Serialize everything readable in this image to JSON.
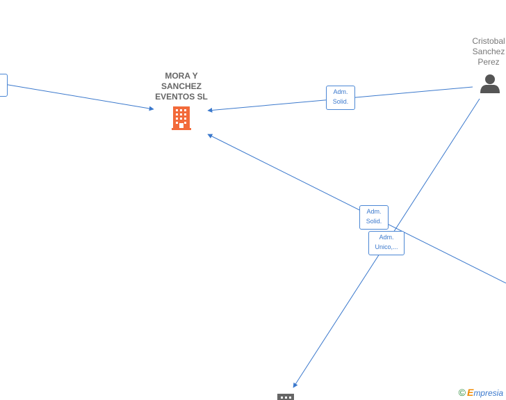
{
  "nodes": {
    "company_main": {
      "name_lines": [
        "MORA Y",
        "SANCHEZ",
        "EVENTOS  SL"
      ],
      "icon": "building-icon",
      "color": "#f26a3a"
    },
    "person": {
      "name_lines": [
        "Cristobal",
        "Sanchez",
        "Perez"
      ],
      "icon": "person-icon",
      "color": "#555555"
    },
    "company_bottom": {
      "icon": "building-icon",
      "color": "#666666"
    }
  },
  "edges": [
    {
      "id": "left-to-main",
      "label_lines": []
    },
    {
      "id": "person-to-main",
      "label_lines": [
        "Adm.",
        "Solid."
      ]
    },
    {
      "id": "right-to-main",
      "label_lines": [
        "Adm.",
        "Solid."
      ]
    },
    {
      "id": "person-to-bottom",
      "label_lines": [
        "Adm.",
        "Unico,..."
      ]
    }
  ],
  "watermark": {
    "symbol": "©",
    "brand_initial": "E",
    "brand_rest": "mpresia"
  },
  "colors": {
    "edge": "#3a78cc"
  }
}
